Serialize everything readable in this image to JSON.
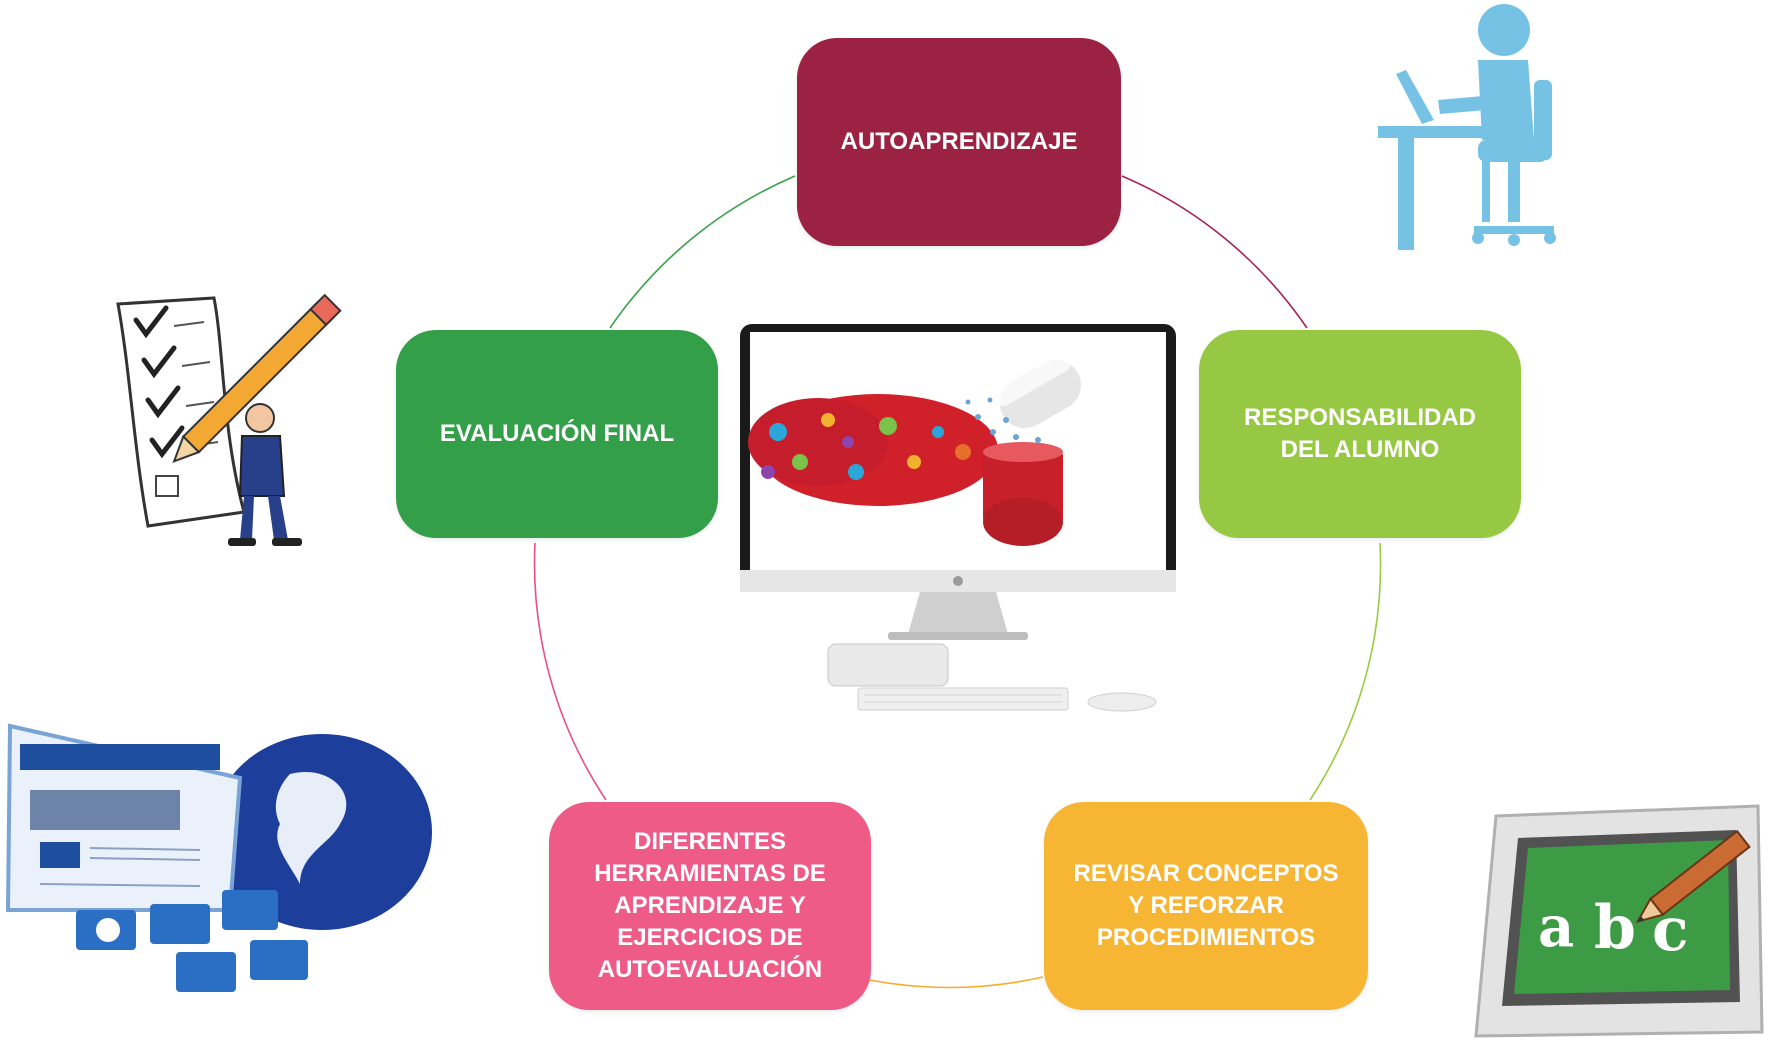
{
  "diagram": {
    "type": "cycle",
    "center_image": "imac-with-bacteria-and-capsule-illustration",
    "nodes": [
      {
        "id": "autoaprendizaje",
        "label": "AUTOAPRENDIZAJE",
        "color": "#9b2242"
      },
      {
        "id": "responsabilidad",
        "label": "RESPONSABILIDAD DEL ALUMNO",
        "color": "#97c843"
      },
      {
        "id": "revisar",
        "label": "REVISAR CONCEPTOS Y REFORZAR PROCEDIMIENTOS",
        "color": "#f6b532"
      },
      {
        "id": "herramientas",
        "label": "DIFERENTES HERRAMIENTAS DE APRENDIZAJE Y EJERCICIOS DE AUTOEVALUACIÓN",
        "color": "#ee5b87"
      },
      {
        "id": "evaluacion",
        "label": "EVALUACIÓN FINAL",
        "color": "#33a049"
      }
    ],
    "connector_colors": [
      "#a8244c",
      "#9acb3e",
      "#f4ad2f",
      "#e8507f",
      "#3aa14a"
    ],
    "decorations": [
      "person-at-desk-icon",
      "checklist-pencil-man-icon",
      "globe-web-page-icon",
      "abc-chalkboard-icon"
    ]
  }
}
